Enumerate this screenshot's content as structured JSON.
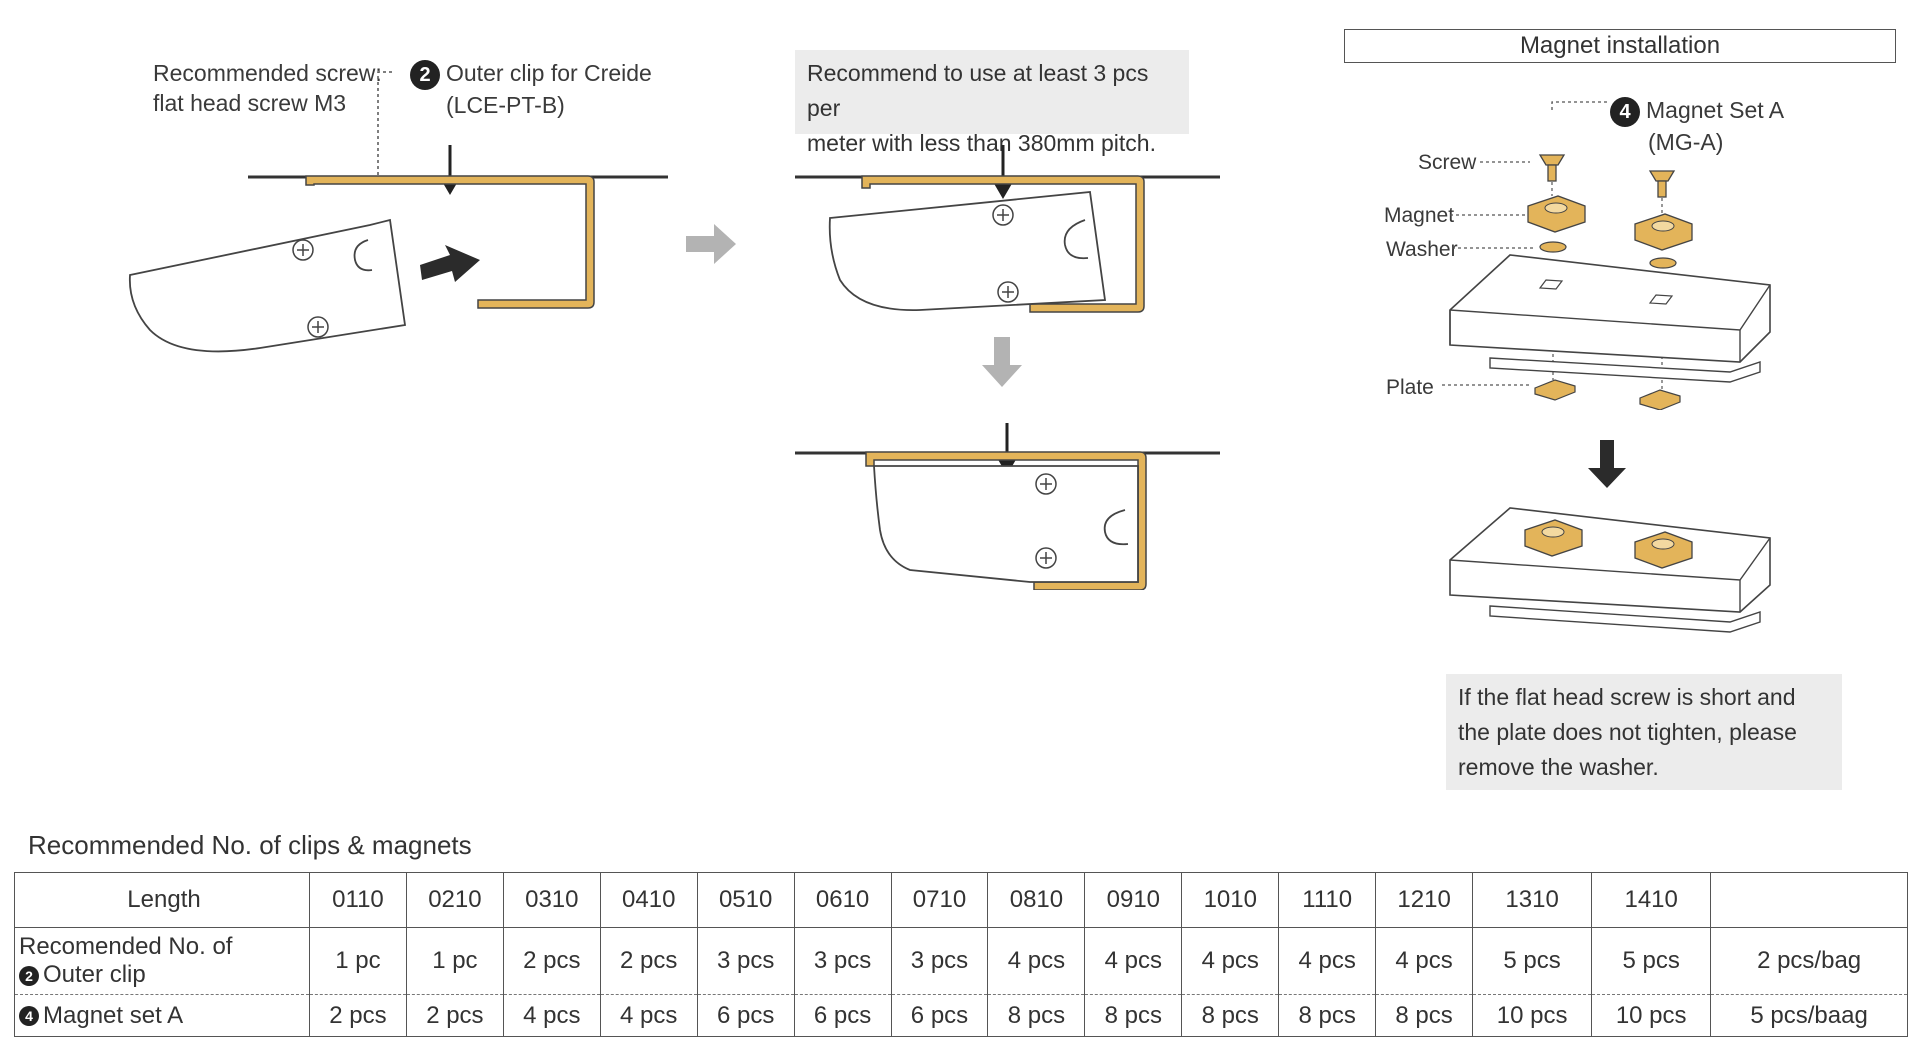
{
  "left_diagram": {
    "screw_label_line1": "Recommended screw:",
    "screw_label_line2": "flat head screw M3",
    "clip_badge": "2",
    "clip_label_line1": "Outer clip for Creide",
    "clip_label_line2": "(LCE-PT-B)"
  },
  "middle_diagram": {
    "note_line1": "Recommend to use at least 3 pcs per",
    "note_line2": "meter with less than 380mm pitch."
  },
  "magnet_section": {
    "title": "Magnet installation",
    "badge": "4",
    "set_label_line1": "Magnet Set A",
    "set_label_line2": "(MG-A)",
    "part_screw": "Screw",
    "part_magnet": "Magnet",
    "part_washer": "Washer",
    "part_plate": "Plate",
    "note_line1": "If the flat head screw is short and",
    "note_line2": "the plate does not tighten, please",
    "note_line3": "remove the washer."
  },
  "colors": {
    "clip_gold": "#e3b45a",
    "arrow_gray": "#b3b3b3",
    "arrow_dark": "#2b2b2b",
    "note_bg": "#ececec"
  },
  "table": {
    "title": "Recommended No. of clips & magnets",
    "header_label": "Length",
    "lengths": [
      "0110",
      "0210",
      "0310",
      "0410",
      "0510",
      "0610",
      "0710",
      "0810",
      "0910",
      "1010",
      "1110",
      "1210",
      "1310",
      "1410",
      ""
    ],
    "row1_label_line1": "Recomended No. of",
    "row1_badge": "2",
    "row1_label_line2": "Outer clip",
    "row1_values": [
      "1 pc",
      "1 pc",
      "2 pcs",
      "2 pcs",
      "3 pcs",
      "3 pcs",
      "3 pcs",
      "4 pcs",
      "4 pcs",
      "4 pcs",
      "4 pcs",
      "4 pcs",
      "5 pcs",
      "5 pcs",
      "2 pcs/bag"
    ],
    "row2_badge": "4",
    "row2_label": "Magnet set A",
    "row2_values": [
      "2 pcs",
      "2 pcs",
      "4 pcs",
      "4 pcs",
      "6 pcs",
      "6 pcs",
      "6 pcs",
      "8 pcs",
      "8 pcs",
      "8 pcs",
      "8 pcs",
      "8 pcs",
      "10 pcs",
      "10 pcs",
      "5 pcs/baag"
    ]
  }
}
